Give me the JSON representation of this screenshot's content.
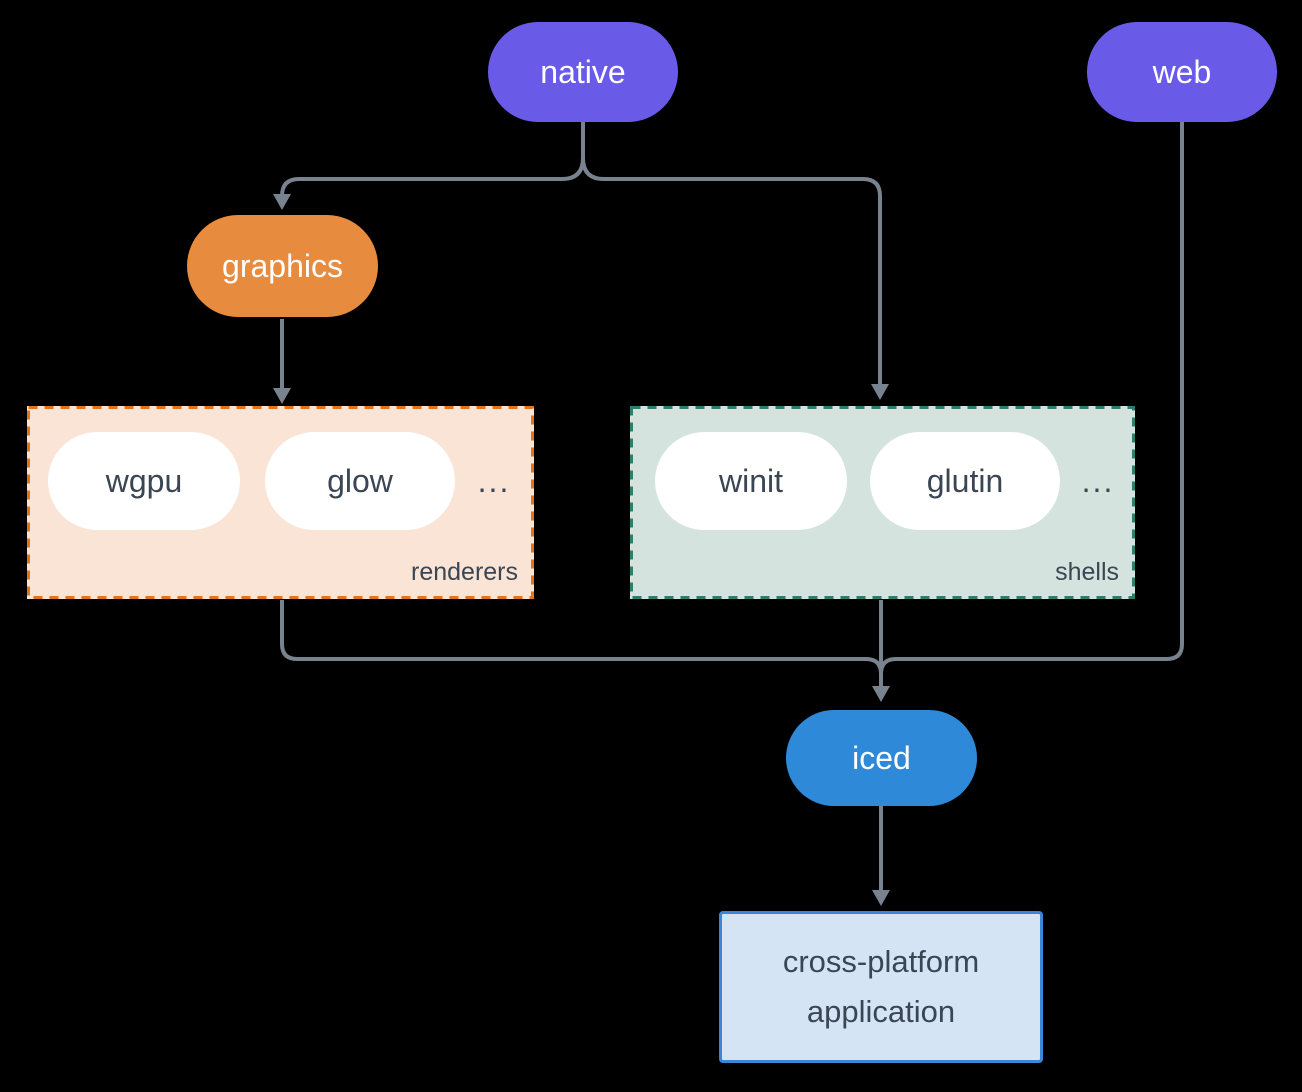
{
  "diagram": {
    "background_color": "#000000",
    "arrow_color": "#78838f",
    "nodes": {
      "native": {
        "label": "native",
        "color": "#6a5ae8",
        "text_color": "#ffffff"
      },
      "web": {
        "label": "web",
        "color": "#6a5ae8",
        "text_color": "#ffffff"
      },
      "graphics": {
        "label": "graphics",
        "color": "#e78b3e",
        "text_color": "#ffffff"
      },
      "iced": {
        "label": "iced",
        "color": "#2e8ad8",
        "text_color": "#ffffff"
      },
      "application": {
        "label_line1": "cross-platform",
        "label_line2": "application",
        "fill": "#d4e4f5",
        "border_color": "#3a87d8",
        "text_color": "#3a4654"
      }
    },
    "groups": {
      "renderers": {
        "label": "renderers",
        "fill": "#f9e4d6",
        "border_color": "#e2751f",
        "items": [
          "wgpu",
          "glow"
        ],
        "more": "...",
        "item_text_color": "#3a4654"
      },
      "shells": {
        "label": "shells",
        "fill": "#d4e3de",
        "border_color": "#2e7d6e",
        "items": [
          "winit",
          "glutin"
        ],
        "more": "...",
        "item_text_color": "#3a4654"
      }
    },
    "edges": [
      "native-graphics",
      "native-shells",
      "graphics-renderers",
      "renderers-iced",
      "shells-iced",
      "web-iced",
      "iced-application"
    ]
  }
}
